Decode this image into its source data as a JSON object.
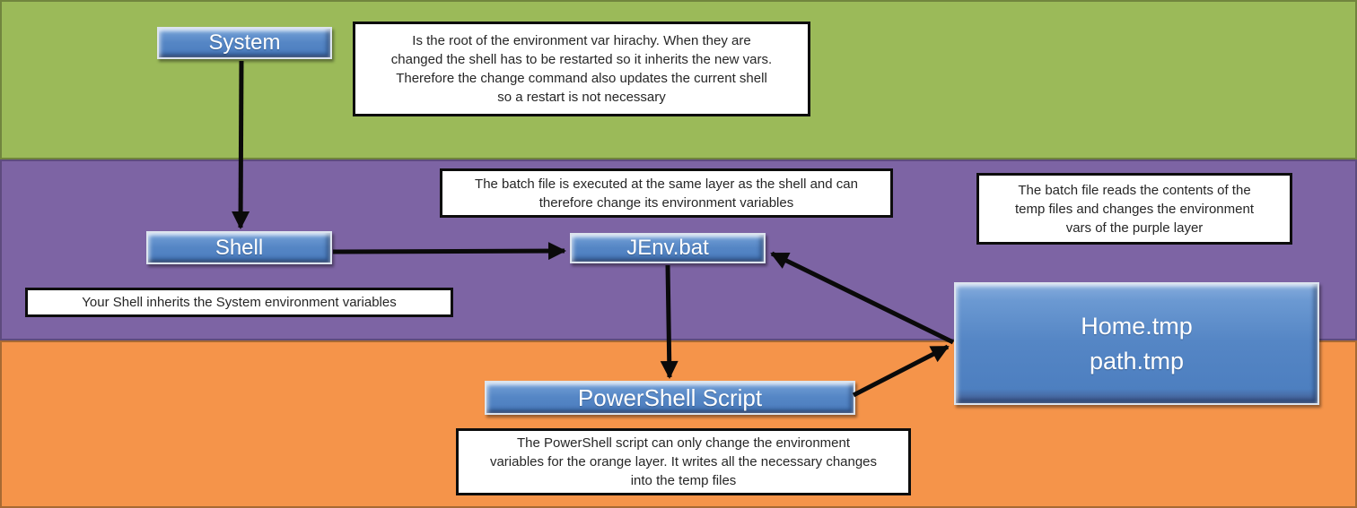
{
  "diagram": {
    "title_none_visible": "",
    "layers": [
      {
        "name": "system-layer",
        "color": "#9bba59",
        "border_color": "#71853e"
      },
      {
        "name": "shell-layer",
        "color": "#7d64a4",
        "border_color": "#5e4b7e"
      },
      {
        "name": "script-layer",
        "color": "#f5944a",
        "border_color": "#a86a33"
      }
    ],
    "node_color": "#5586c5",
    "arrow_color": "#0a0a0a",
    "nodes": {
      "system": {
        "label": "System"
      },
      "shell": {
        "label": "Shell"
      },
      "jenv": {
        "label": "JEnv.bat"
      },
      "powershell": {
        "label": "PowerShell Script"
      },
      "tempfiles": {
        "label": "Home.tmp\npath.tmp"
      }
    },
    "notes": {
      "system_note": {
        "text": "Is the root of the environment var hirachy. When they are\nchanged the shell has to be restarted so it inherits the new vars.\nTherefore the change command also updates the current shell\nso a restart is not necessary"
      },
      "batch_exec_note": {
        "text": "The batch file is executed at the same layer as the shell and can\ntherefore change its environment variables"
      },
      "batch_reads_note": {
        "text": "The batch file reads the contents of the\ntemp files and changes the environment\nvars of the purple layer"
      },
      "shell_inherit_note": {
        "text": "Your Shell inherits the System environment variables"
      },
      "powershell_note": {
        "text": "The PowerShell script can only change the environment\nvariables for the orange layer. It writes all the necessary changes\ninto the temp files"
      }
    },
    "edges": [
      {
        "from": "system",
        "to": "shell"
      },
      {
        "from": "shell",
        "to": "jenv"
      },
      {
        "from": "jenv",
        "to": "powershell"
      },
      {
        "from": "powershell",
        "to": "tempfiles"
      },
      {
        "from": "tempfiles",
        "to": "jenv"
      }
    ]
  }
}
